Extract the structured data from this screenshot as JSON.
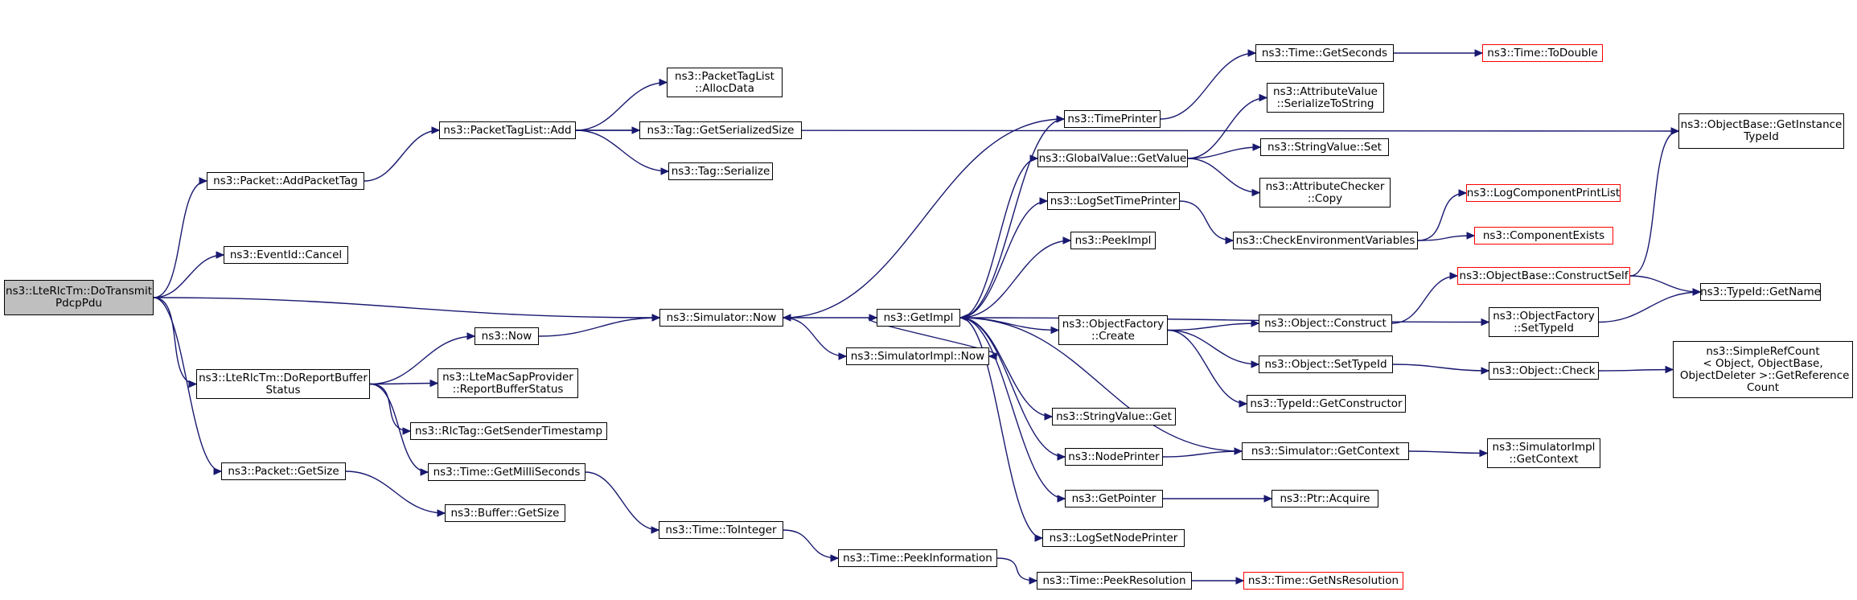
{
  "colors": {
    "edge": "#191970",
    "root_fill": "#bfbfbf",
    "node_border": "#000000",
    "truncated_border": "#ff0000"
  },
  "nodes": [
    {
      "id": "root",
      "label": "ns3::LteRlcTm::DoTransmit\nPdcpPdu",
      "root": true
    },
    {
      "id": "addPacketTag",
      "label": "ns3::Packet::AddPacketTag"
    },
    {
      "id": "eventCancel",
      "label": "ns3::EventId::Cancel"
    },
    {
      "id": "doReportBufferStatus",
      "label": "ns3::LteRlcTm::DoReportBuffer\nStatus"
    },
    {
      "id": "packetGetSize",
      "label": "ns3::Packet::GetSize"
    },
    {
      "id": "packetTagListAdd",
      "label": "ns3::PacketTagList::Add"
    },
    {
      "id": "allocData",
      "label": "ns3::PacketTagList\n::AllocData"
    },
    {
      "id": "tagGetSerializedSize",
      "label": "ns3::Tag::GetSerializedSize"
    },
    {
      "id": "tagSerialize",
      "label": "ns3::Tag::Serialize"
    },
    {
      "id": "now",
      "label": "ns3::Now"
    },
    {
      "id": "reportBufferStatus",
      "label": "ns3::LteMacSapProvider\n::ReportBufferStatus"
    },
    {
      "id": "senderTimestamp",
      "label": "ns3::RlcTag::GetSenderTimestamp"
    },
    {
      "id": "getMilliSeconds",
      "label": "ns3::Time::GetMilliSeconds"
    },
    {
      "id": "bufferGetSize",
      "label": "ns3::Buffer::GetSize"
    },
    {
      "id": "simulatorNow",
      "label": "ns3::Simulator::Now"
    },
    {
      "id": "toInteger",
      "label": "ns3::Time::ToInteger"
    },
    {
      "id": "peekInformation",
      "label": "ns3::Time::PeekInformation"
    },
    {
      "id": "getImpl",
      "label": "ns3::GetImpl"
    },
    {
      "id": "simImplNow",
      "label": "ns3::SimulatorImpl::Now"
    },
    {
      "id": "timePrinter",
      "label": "ns3::TimePrinter"
    },
    {
      "id": "globalGetValue",
      "label": "ns3::GlobalValue::GetValue"
    },
    {
      "id": "logSetTimePrinter",
      "label": "ns3::LogSetTimePrinter"
    },
    {
      "id": "peekImpl",
      "label": "ns3::PeekImpl"
    },
    {
      "id": "objFactoryCreate",
      "label": "ns3::ObjectFactory\n::Create"
    },
    {
      "id": "stringValueGet",
      "label": "ns3::StringValue::Get"
    },
    {
      "id": "nodePrinter",
      "label": "ns3::NodePrinter"
    },
    {
      "id": "getPointer",
      "label": "ns3::GetPointer"
    },
    {
      "id": "logSetNodePrinter",
      "label": "ns3::LogSetNodePrinter"
    },
    {
      "id": "peekResolution",
      "label": "ns3::Time::PeekResolution"
    },
    {
      "id": "getSeconds",
      "label": "ns3::Time::GetSeconds"
    },
    {
      "id": "attrSerialize",
      "label": "ns3::AttributeValue\n::SerializeToString"
    },
    {
      "id": "stringValueSet",
      "label": "ns3::StringValue::Set"
    },
    {
      "id": "attrCheckerCopy",
      "label": "ns3::AttributeChecker\n::Copy"
    },
    {
      "id": "checkEnv",
      "label": "ns3::CheckEnvironmentVariables"
    },
    {
      "id": "objectConstruct",
      "label": "ns3::Object::Construct"
    },
    {
      "id": "objectSetTypeId",
      "label": "ns3::Object::SetTypeId"
    },
    {
      "id": "getConstructor",
      "label": "ns3::TypeId::GetConstructor"
    },
    {
      "id": "simGetContext",
      "label": "ns3::Simulator::GetContext"
    },
    {
      "id": "ptrAcquire",
      "label": "ns3::Ptr::Acquire"
    },
    {
      "id": "toDouble",
      "label": "ns3::Time::ToDouble",
      "red": true
    },
    {
      "id": "logComponentPrintList",
      "label": "ns3::LogComponentPrintList",
      "red": true
    },
    {
      "id": "componentExists",
      "label": "ns3::ComponentExists",
      "red": true
    },
    {
      "id": "constructSelf",
      "label": "ns3::ObjectBase::ConstructSelf",
      "red": true
    },
    {
      "id": "objFactorySetTypeId",
      "label": "ns3::ObjectFactory\n::SetTypeId"
    },
    {
      "id": "objectCheck",
      "label": "ns3::Object::Check"
    },
    {
      "id": "simImplGetContext",
      "label": "ns3::SimulatorImpl\n::GetContext"
    },
    {
      "id": "getNsResolution",
      "label": "ns3::Time::GetNsResolution",
      "red": true
    },
    {
      "id": "getInstanceTypeId",
      "label": "ns3::ObjectBase::GetInstance\nTypeId"
    },
    {
      "id": "typeIdGetName",
      "label": "ns3::TypeId::GetName"
    },
    {
      "id": "simpleRefCount",
      "label": "ns3::SimpleRefCount\n< Object, ObjectBase,\n ObjectDeleter >::GetReference\nCount"
    }
  ],
  "edges": [
    [
      "root",
      "addPacketTag"
    ],
    [
      "root",
      "eventCancel"
    ],
    [
      "root",
      "simulatorNow"
    ],
    [
      "root",
      "doReportBufferStatus"
    ],
    [
      "root",
      "packetGetSize"
    ],
    [
      "addPacketTag",
      "packetTagListAdd"
    ],
    [
      "packetTagListAdd",
      "allocData"
    ],
    [
      "packetTagListAdd",
      "tagGetSerializedSize"
    ],
    [
      "packetTagListAdd",
      "tagSerialize"
    ],
    [
      "packetTagListAdd",
      "getInstanceTypeId"
    ],
    [
      "doReportBufferStatus",
      "now"
    ],
    [
      "doReportBufferStatus",
      "reportBufferStatus"
    ],
    [
      "doReportBufferStatus",
      "senderTimestamp"
    ],
    [
      "doReportBufferStatus",
      "getMilliSeconds"
    ],
    [
      "packetGetSize",
      "bufferGetSize"
    ],
    [
      "now",
      "simulatorNow"
    ],
    [
      "simulatorNow",
      "getImpl"
    ],
    [
      "simulatorNow",
      "simImplNow"
    ],
    [
      "getMilliSeconds",
      "toInteger"
    ],
    [
      "toInteger",
      "peekInformation"
    ],
    [
      "peekInformation",
      "peekResolution"
    ],
    [
      "peekResolution",
      "getNsResolution"
    ],
    [
      "getImpl",
      "timePrinter"
    ],
    [
      "getImpl",
      "globalGetValue"
    ],
    [
      "getImpl",
      "logSetTimePrinter"
    ],
    [
      "getImpl",
      "peekImpl"
    ],
    [
      "getImpl",
      "objFactoryCreate"
    ],
    [
      "getImpl",
      "stringValueGet"
    ],
    [
      "getImpl",
      "nodePrinter"
    ],
    [
      "getImpl",
      "getPointer"
    ],
    [
      "getImpl",
      "logSetNodePrinter"
    ],
    [
      "getImpl",
      "simImplNow"
    ],
    [
      "getImpl",
      "objFactorySetTypeId"
    ],
    [
      "timePrinter",
      "simulatorNow"
    ],
    [
      "timePrinter",
      "getSeconds"
    ],
    [
      "getSeconds",
      "toDouble"
    ],
    [
      "globalGetValue",
      "attrSerialize"
    ],
    [
      "globalGetValue",
      "stringValueSet"
    ],
    [
      "globalGetValue",
      "attrCheckerCopy"
    ],
    [
      "logSetTimePrinter",
      "checkEnv"
    ],
    [
      "checkEnv",
      "logComponentPrintList"
    ],
    [
      "checkEnv",
      "componentExists"
    ],
    [
      "objFactoryCreate",
      "objectConstruct"
    ],
    [
      "objFactoryCreate",
      "objectSetTypeId"
    ],
    [
      "objFactoryCreate",
      "getConstructor"
    ],
    [
      "objectConstruct",
      "constructSelf"
    ],
    [
      "constructSelf",
      "getInstanceTypeId"
    ],
    [
      "constructSelf",
      "typeIdGetName"
    ],
    [
      "objFactorySetTypeId",
      "typeIdGetName"
    ],
    [
      "objectSetTypeId",
      "objectCheck"
    ],
    [
      "objectCheck",
      "simpleRefCount"
    ],
    [
      "nodePrinter",
      "simGetContext"
    ],
    [
      "simGetContext",
      "getImpl"
    ],
    [
      "simGetContext",
      "simImplGetContext"
    ],
    [
      "getPointer",
      "ptrAcquire"
    ]
  ]
}
